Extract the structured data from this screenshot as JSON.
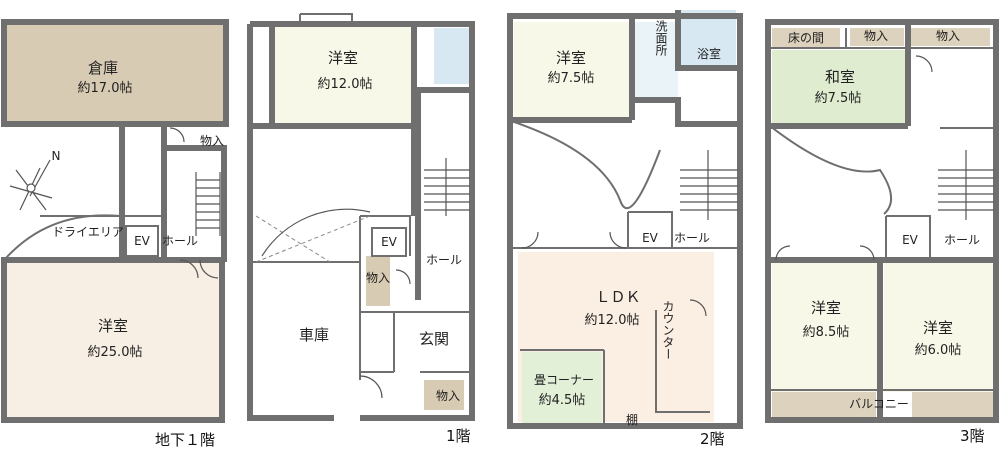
{
  "floors": {
    "b1": {
      "label": "地下１階",
      "rooms": {
        "storage_name": "倉庫",
        "storage_area": "約17.0帖",
        "western_name": "洋室",
        "western_area": "約25.0帖",
        "closet": "物入",
        "dry_area": "ドライエリア",
        "ev": "EV",
        "hall": "ホール"
      },
      "north": "N"
    },
    "f1": {
      "label": "1階",
      "rooms": {
        "western_name": "洋室",
        "western_area": "約12.0帖",
        "ev": "EV",
        "hall": "ホール",
        "closet": "物入",
        "garage": "車庫",
        "entrance": "玄関",
        "closet2": "物入"
      }
    },
    "f2": {
      "label": "2階",
      "rooms": {
        "western_name": "洋室",
        "western_area": "約7.5帖",
        "washroom": "洗面所",
        "bath": "浴室",
        "ev": "EV",
        "hall": "ホール",
        "ldk_name": "ＬＤＫ",
        "ldk_area": "約12.0帖",
        "counter": "カウンター",
        "tatami_name": "畳コーナー",
        "tatami_area": "約4.5帖",
        "shelf": "棚"
      }
    },
    "f3": {
      "label": "3階",
      "rooms": {
        "tokonoma": "床の間",
        "closet_a": "物入",
        "closet_b": "物入",
        "japanese_name": "和室",
        "japanese_area": "約7.5帖",
        "ev": "EV",
        "hall": "ホール",
        "west1_name": "洋室",
        "west1_area": "約8.5帖",
        "west2_name": "洋室",
        "west2_area": "約6.0帖",
        "balcony": "バルコニー"
      }
    }
  },
  "colors": {
    "storage": "#d8cbb3",
    "western_b1": "#f7eee4",
    "western_f1": "#f8f8e8",
    "western_f2": "#f8f8e8",
    "ldk": "#fbeee3",
    "tatami": "#e3f0d8",
    "japanese": "#dfeccf",
    "tokonoma": "#ddd2bd",
    "bath": "#d8e8f2",
    "western_f3": "#f8f8e8",
    "balcony": "#d8cbb3"
  }
}
